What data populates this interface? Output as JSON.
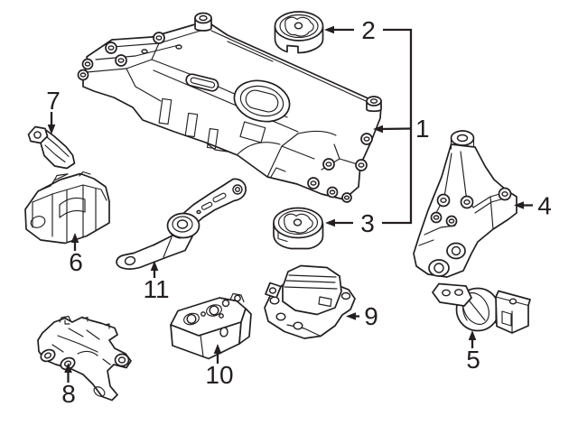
{
  "diagram": {
    "kind": "exploded-parts-line-diagram",
    "colors": {
      "background": "#ffffff",
      "line": "#231f20",
      "label": "#231f20"
    },
    "callouts": [
      {
        "number": "1"
      },
      {
        "number": "2"
      },
      {
        "number": "3"
      },
      {
        "number": "4"
      },
      {
        "number": "5"
      },
      {
        "number": "6"
      },
      {
        "number": "7"
      },
      {
        "number": "8"
      },
      {
        "number": "9"
      },
      {
        "number": "10"
      },
      {
        "number": "11"
      }
    ]
  }
}
